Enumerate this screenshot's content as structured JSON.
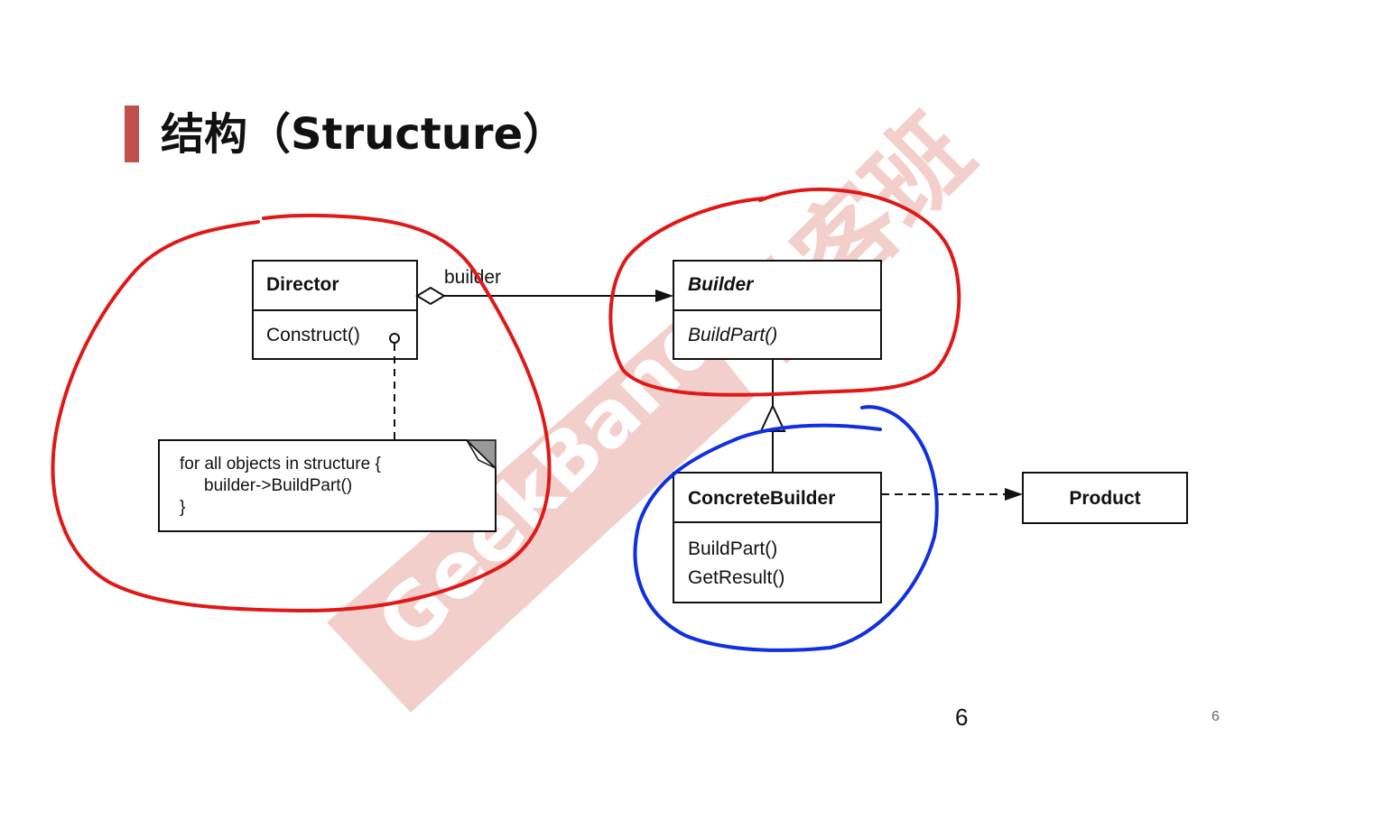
{
  "slide": {
    "title": "结构（Structure）",
    "page_number": "6",
    "page_number_corner": "6",
    "accent_color": "#c0504d"
  },
  "watermark": {
    "text": "GeekBand",
    "text_cn": "极客班",
    "color": "#e8a8a0"
  },
  "diagram": {
    "director": {
      "name": "Director",
      "operation": "Construct()"
    },
    "builder": {
      "name": "Builder",
      "operation": "BuildPart()"
    },
    "concrete_builder": {
      "name": "ConcreteBuilder",
      "operations": [
        "BuildPart()",
        "GetResult()"
      ]
    },
    "product": {
      "name": "Product"
    },
    "association_label": "builder",
    "note": {
      "lines": [
        "for all objects in structure {",
        "builder->BuildPart()",
        "}"
      ]
    }
  },
  "annotations": {
    "red_color": "#e01818",
    "blue_color": "#1030e0"
  }
}
